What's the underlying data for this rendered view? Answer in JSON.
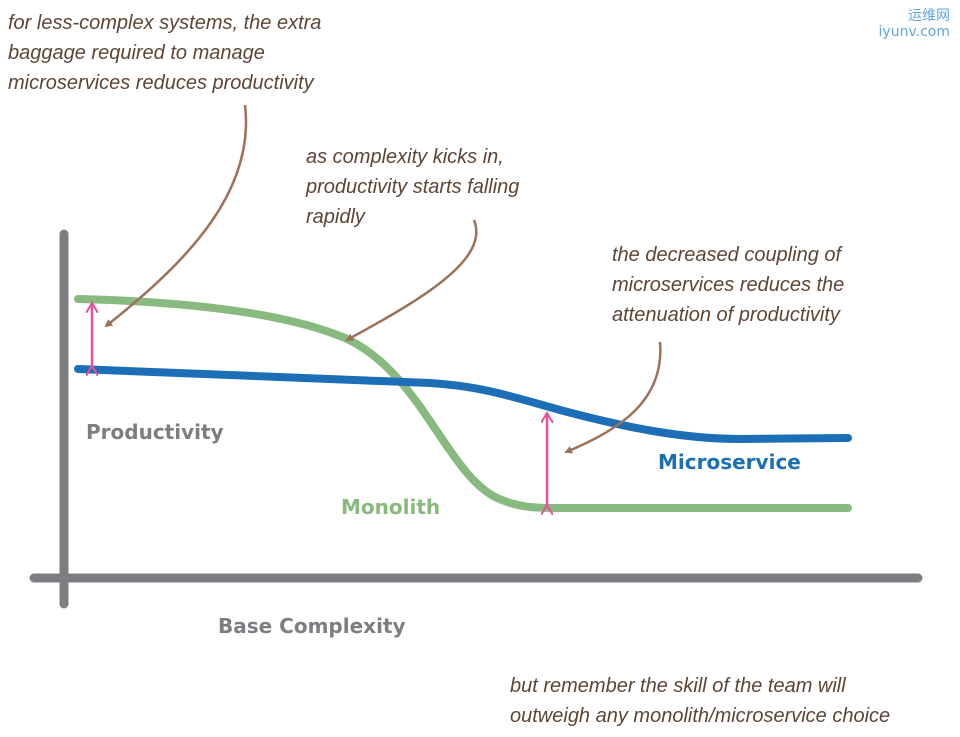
{
  "annotations": {
    "less_complex": "for less-complex systems, the extra\nbaggage required to manage\nmicroservices reduces productivity",
    "complexity_kicks_in": "as complexity kicks in,\nproductivity starts falling\nrapidly",
    "decreased_coupling": "the decreased coupling of\nmicroservices reduces the\nattenuation of productivity",
    "team_skill": "but remember the skill of the team will\noutweigh any monolith/microservice choice"
  },
  "labels": {
    "y_axis": "Productivity",
    "x_axis": "Base Complexity",
    "monolith": "Monolith",
    "microservice": "Microservice"
  },
  "watermark": {
    "line1": "运维网",
    "line2": "iyunv.com"
  },
  "colors": {
    "monolith": "#88b97f",
    "microservice": "#1c6fb6",
    "axis": "#7d7e82",
    "gap_arrow": "#e8509a",
    "pointer": "#9c7259",
    "note_text": "#5e4535"
  }
}
